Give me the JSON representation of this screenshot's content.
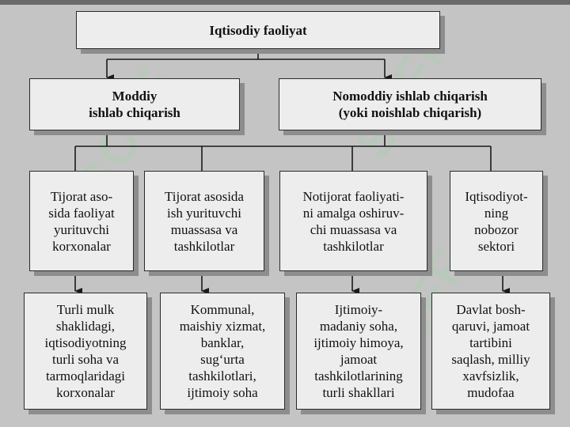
{
  "diagram": {
    "root": "Iqtisodiy faoliyat",
    "level1": [
      "Moddiy\nishlab chiqarish",
      "Nomoddiy ishlab chiqarish\n(yoki noishlab chiqarish)"
    ],
    "level2": [
      "Tijorat aso-\nsida faoliyat\nyurituvchi\nkorxonalar",
      "Tijorat asosida\nish yurituvchi\nmuassasa va\ntashkilotlar",
      "Notijorat faoliyati-\nni amalga oshiruv-\nchi muassasa va\ntashkilotlar",
      "Iqtisodiyot-\nning\nnobozor\nsektori"
    ],
    "level3": [
      "Turli mulk\nshaklidagi,\niqtisodiyotning\nturli soha va\ntarmoqlaridagi\nkorxonalar",
      "Kommunal,\nmaishiy xizmat,\nbanklar,\nsug‘urta\ntashkilotlari,\nijtimoiy soha",
      "Ijtimoiy-\nmadaniy soha,\nijtimoiy himoya,\njamoat\ntashkilotlarining\nturli shakllari",
      "Davlat bosh-\nqaruvi, jamoat\ntartibini\nsaqlash, milliy\nxavfsizlik,\nmudofaa"
    ]
  },
  "watermark": "SOFF",
  "colors": {
    "background": "#c4c4c4",
    "box_fill": "#ededed",
    "box_shadow": "#8d8d8d",
    "line": "#1a1a1a",
    "watermark": "#aad2af"
  }
}
